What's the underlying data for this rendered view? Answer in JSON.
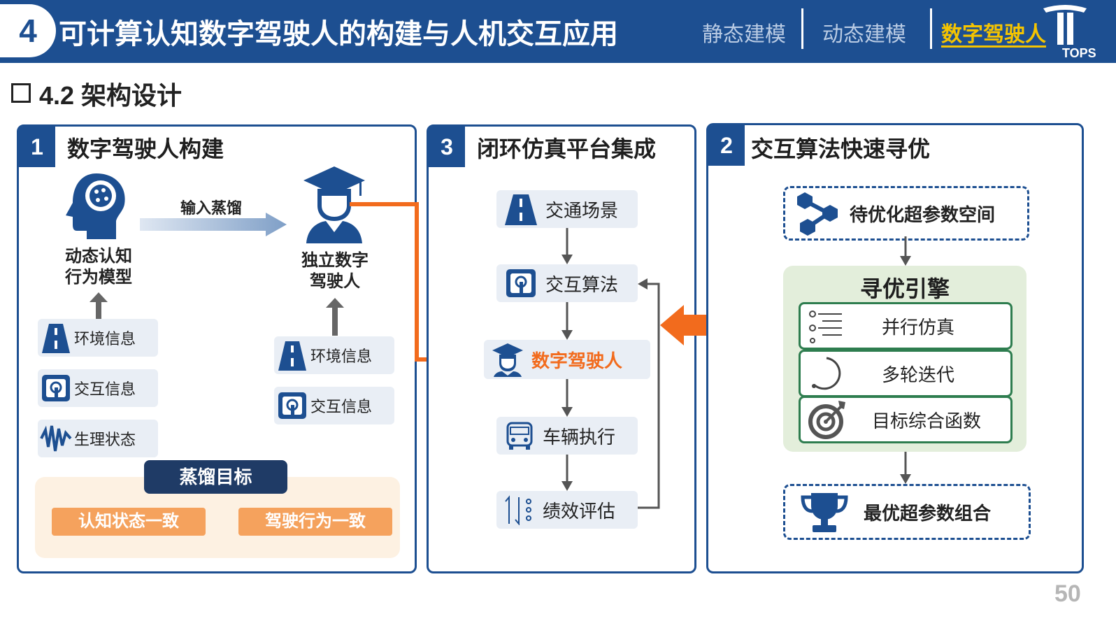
{
  "header": {
    "section_number": "4",
    "title": "可计算认知数字驾驶人的构建与人机交互应用",
    "nav": [
      "静态建模",
      "动态建模",
      "数字驾驶人"
    ],
    "active_nav": "数字驾驶人",
    "logo_text": "TOPS"
  },
  "subtitle": "4.2 架构设计",
  "panels": {
    "build": {
      "number": "1",
      "title": "数字驾驶人构建",
      "cognitive_model": "动态认知\n行为模型",
      "arrow_label": "输入蒸馏",
      "independent_driver": "独立数字\n驾驶人",
      "left_inputs": [
        "环境信息",
        "交互信息",
        "生理状态"
      ],
      "right_inputs": [
        "环境信息",
        "交互信息"
      ],
      "goal_title": "蒸馏目标",
      "goals": [
        "认知状态一致",
        "驾驶行为一致"
      ]
    },
    "simulation": {
      "number": "3",
      "title": "闭环仿真平台集成",
      "steps": [
        "交通场景",
        "交互算法",
        "数字驾驶人",
        "车辆执行",
        "绩效评估"
      ],
      "highlight_step": "数字驾驶人"
    },
    "optimize": {
      "number": "2",
      "title": "交互算法快速寻优",
      "space": "待优化超参数空间",
      "engine_title": "寻优引擎",
      "engine_items": [
        "并行仿真",
        "多轮迭代",
        "目标综合函数"
      ],
      "result": "最优超参数组合"
    }
  },
  "page_number": "50",
  "colors": {
    "primary": "#1d4f91",
    "accent_orange": "#f26b1d",
    "goal_orange": "#f5a25d",
    "engine_green": "#2e7d4f",
    "nav_active": "#f5c400"
  }
}
